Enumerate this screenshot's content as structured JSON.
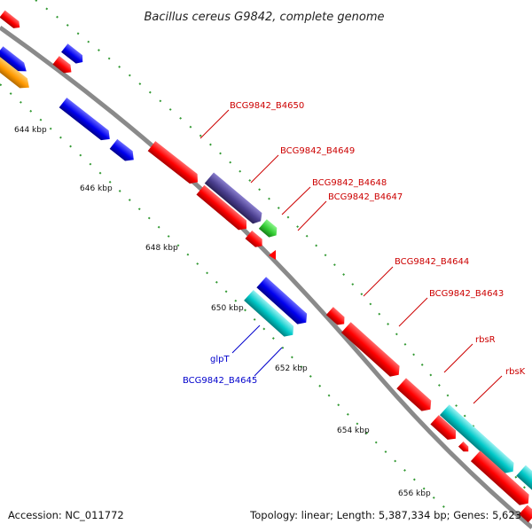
{
  "title": "Bacillus cereus G9842, complete genome",
  "footer": {
    "accession": "Accession: NC_011772",
    "summary": "Topology: linear; Length: 5,387,334 bp; Genes: 5,623"
  },
  "scale_labels": [
    "644 kbp",
    "646 kbp",
    "648 kbp",
    "650 kbp",
    "652 kbp",
    "654 kbp",
    "656 kbp"
  ],
  "gene_labels": {
    "b4650": "BCG9842_B4650",
    "b4649": "BCG9842_B4649",
    "b4648": "BCG9842_B4648",
    "b4647": "BCG9842_B4647",
    "b4644": "BCG9842_B4644",
    "b4643": "BCG9842_B4643",
    "rbsR": "rbsR",
    "rbsK": "rbsK",
    "glpT": "glpT",
    "b4645": "BCG9842_B4645"
  },
  "colors": {
    "backbone": "#8a8a8a",
    "red_gene": "#ff0000",
    "blue_gene": "#0000ee",
    "cyan_gene": "#00c8c8",
    "purple_gene": "#4b3f8f",
    "green_gene": "#33cc33",
    "orange_gene": "#ff9900",
    "tick_green": "#339933",
    "label_red": "#cc0000",
    "label_blue": "#0000cc"
  }
}
